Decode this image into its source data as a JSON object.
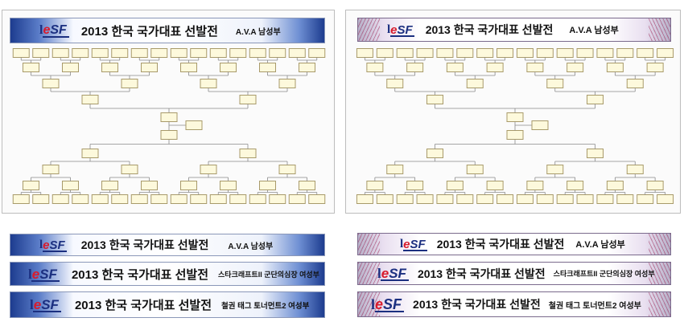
{
  "banners": {
    "panel_left": {
      "logo": "eSF",
      "logo_prefix": "l",
      "title": "2013 한국 국가대표 선발전",
      "subtitle": "A.V.A  남성부"
    },
    "panel_right": {
      "logo": "eSF",
      "logo_prefix": "l",
      "title": "2013 한국 국가대표 선발전",
      "subtitle": "A.V.A  남성부"
    },
    "left_stack": [
      {
        "logo": "eSF",
        "logo_prefix": "l",
        "title": "2013 한국 국가대표 선발전",
        "subtitle": "A.V.A  남성부"
      },
      {
        "logo": "eSF",
        "logo_prefix": "l",
        "title": "2013 한국 국가대표 선발전",
        "subtitle": "스타크래프트II 군단의심장 여성부"
      },
      {
        "logo": "eSF",
        "logo_prefix": "l",
        "title": "2013 한국 국가대표 선발전",
        "subtitle": "철권 태그 토너먼트2 여성부"
      }
    ],
    "right_stack": [
      {
        "logo": "eSF",
        "logo_prefix": "l",
        "title": "2013 한국 국가대표 선발전",
        "subtitle": "A.V.A  남성부"
      },
      {
        "logo": "eSF",
        "logo_prefix": "l",
        "title": "2013 한국 국가대표 선발전",
        "subtitle": "스타크래프트II 군단의심장 여성부"
      },
      {
        "logo": "eSF",
        "logo_prefix": "l",
        "title": "2013 한국 국가대표 선발전",
        "subtitle": "철권 태그 토너먼트2 여성부"
      }
    ]
  },
  "colors": {
    "slot_fill": "#fdf9dc",
    "slot_border": "#a89a6a",
    "line": "#8a8a8a",
    "logo_blue": "#1b2f80",
    "logo_red": "#d81b2c"
  }
}
